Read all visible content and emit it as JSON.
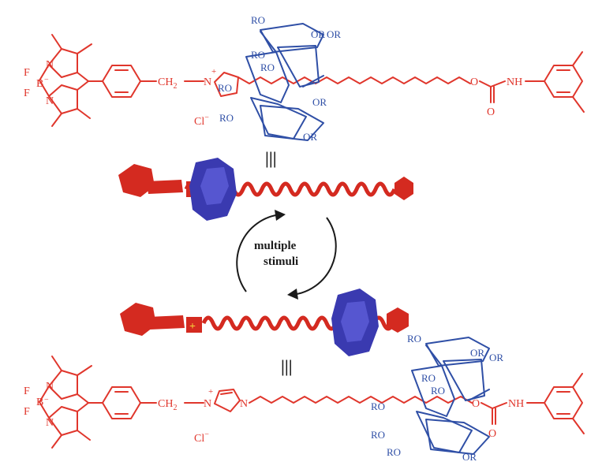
{
  "colors": {
    "guest": "#e0362c",
    "host": "#2f4fa6",
    "bg": "#ffffff",
    "arrow": "#1a1a1a"
  },
  "top_molecule": {
    "bodipy": {
      "F1": "F",
      "F2": "F",
      "B": "B",
      "N1": "N",
      "N2": "N",
      "charge": "−"
    },
    "linker": "CH",
    "linker_sub": "2",
    "cation_N": "N",
    "cation_charge": "+",
    "counterion": "Cl",
    "counterion_charge": "−",
    "ester_O": "O",
    "carbonyl_O": "O",
    "amide": "NH",
    "ro_labels": [
      "RO",
      "OR",
      "OR",
      "RO",
      "RO",
      "RO",
      "OR",
      "RO",
      "OR"
    ]
  },
  "center": {
    "equiv_top": "|||",
    "equiv_bottom": "|||",
    "plus_top": "+",
    "plus_bottom": "+",
    "cycle_label_line1": "multiple",
    "cycle_label_line2": "stimuli"
  },
  "bottom_molecule": {
    "bodipy": {
      "F1": "F",
      "F2": "F",
      "B": "B",
      "N1": "N",
      "N2": "N",
      "charge": "−"
    },
    "linker": "CH",
    "linker_sub": "2",
    "cation_N": "N",
    "cation_N2": "N",
    "cation_charge": "+",
    "counterion": "Cl",
    "counterion_charge": "−",
    "ester_O": "O",
    "carbonyl_O": "O",
    "amide": "NH",
    "ro_labels": [
      "RO",
      "OR",
      "OR",
      "RO",
      "RO",
      "RO",
      "RO",
      "RO",
      "OR"
    ]
  }
}
